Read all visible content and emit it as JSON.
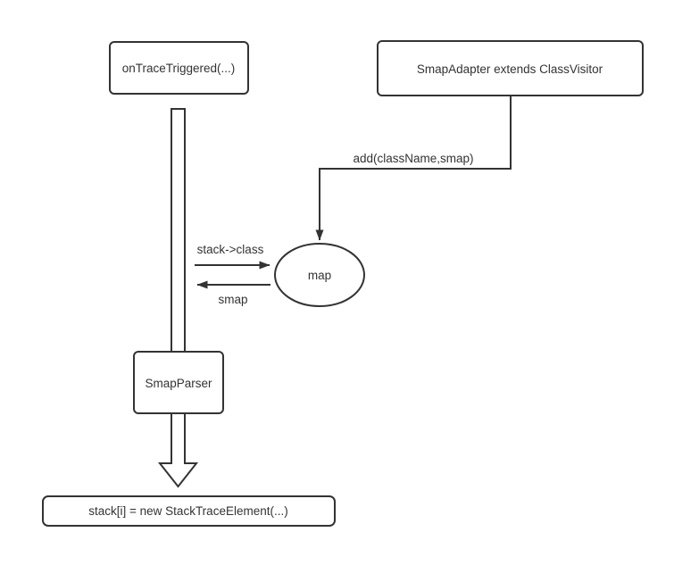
{
  "diagram": {
    "background_color": "#ffffff",
    "stroke_color": "#333333",
    "text_color": "#333333",
    "nodes": {
      "on_trace_triggered": {
        "label": "onTraceTriggered(...)",
        "shape": "rounded-rect"
      },
      "smap_adapter": {
        "label": "SmapAdapter extends ClassVisitor",
        "shape": "rounded-rect"
      },
      "map_store": {
        "label": "map",
        "shape": "ellipse"
      },
      "smap_parser": {
        "label": "SmapParser",
        "shape": "rounded-rect"
      },
      "stack_trace_element": {
        "label": "stack[i] = new StackTraceElement(...)",
        "shape": "rounded-rect"
      }
    },
    "edges": {
      "add_call": {
        "label": "add(className,smap)",
        "from": "smap_adapter",
        "to": "map_store"
      },
      "stack_to_class": {
        "label": "stack->class",
        "from": "lifeline",
        "to": "map_store"
      },
      "smap_return": {
        "label": "smap",
        "from": "map_store",
        "to": "lifeline"
      }
    }
  }
}
